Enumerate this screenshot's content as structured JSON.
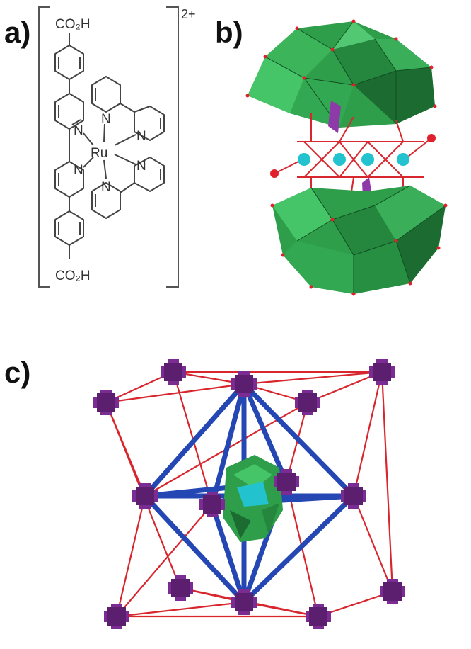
{
  "panels": {
    "a": {
      "label": "a)"
    },
    "b": {
      "label": "b)"
    },
    "c": {
      "label": "c)"
    }
  },
  "molecule": {
    "top_group": "CO₂H",
    "bottom_group": "CO₂H",
    "metal": "Ru",
    "nitrogen": "N",
    "charge": "2+"
  },
  "colors": {
    "polyhedra_green": "#2e9e4a",
    "polyhedra_dark": "#1c6b30",
    "cobalt_cyan": "#22c3cf",
    "oxygen_red": "#e0202a",
    "node_purple": "#7a2c93",
    "rod_blue": "#2447b3",
    "link_red": "#d8262e"
  }
}
